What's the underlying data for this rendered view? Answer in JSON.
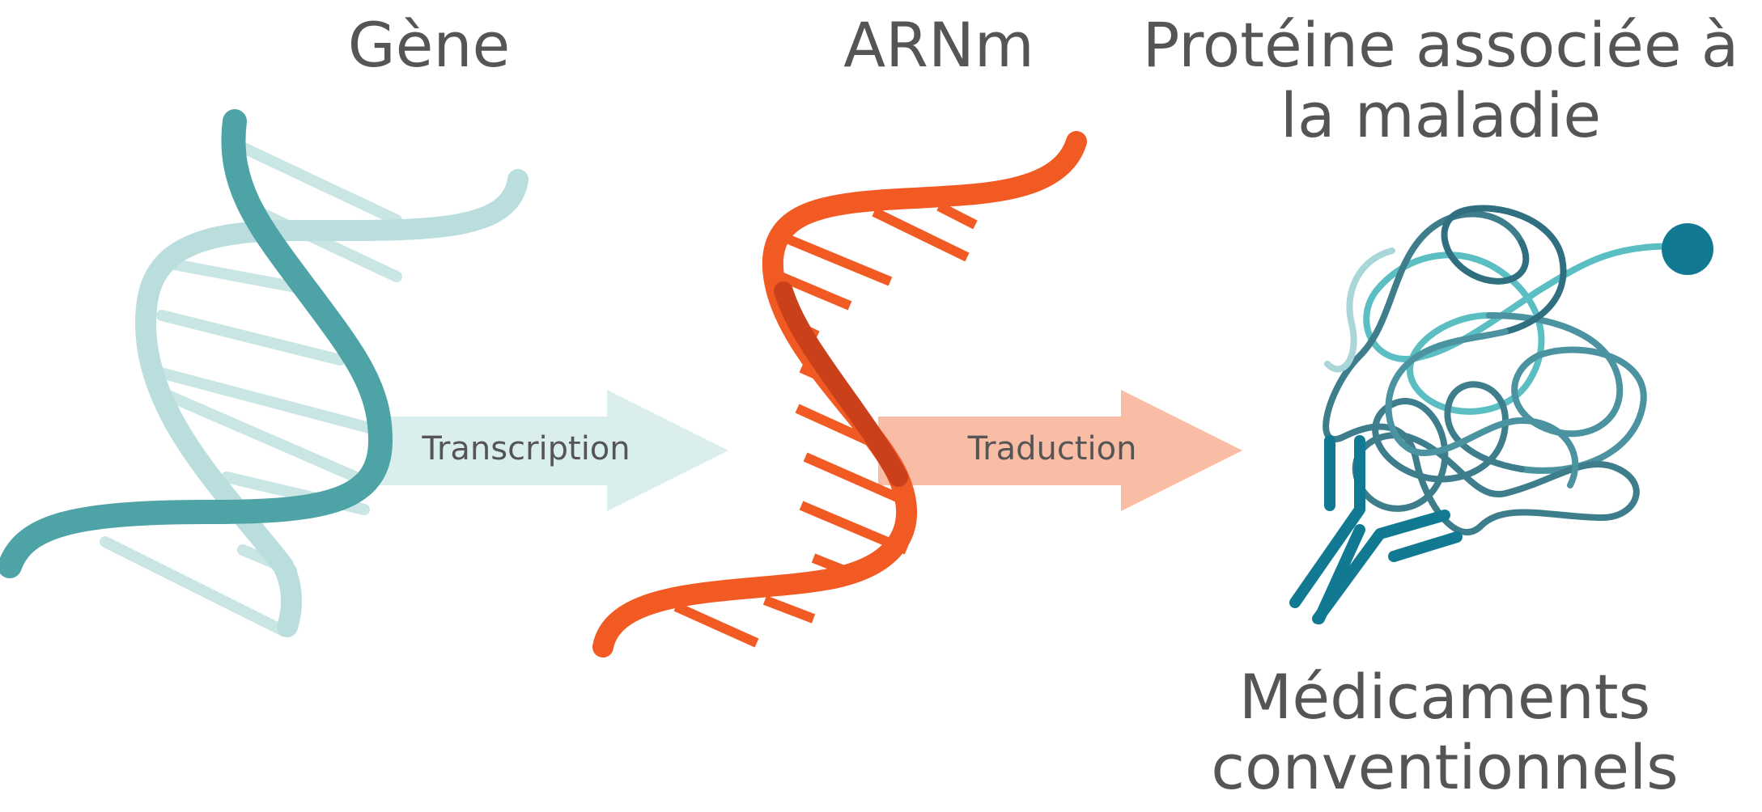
{
  "labels": {
    "gene": "Gène",
    "mrna": "ARNm",
    "protein_line1": "Protéine associée à",
    "protein_line2": "la maladie",
    "drugs_line1": "Médicaments",
    "drugs_line2": "conventionnels"
  },
  "steps": {
    "transcription": "Transcription",
    "translation": "Traduction"
  },
  "colors": {
    "text": "#555555",
    "dna_dark": "#4ea3a6",
    "dna_light": "#b9dedd",
    "rna": "#f25a24",
    "rna_dark": "#c9401b",
    "arrow_transcription": "#daeeee",
    "arrow_translation": "#f9bca5",
    "protein": "#3e7e8c",
    "antibody": "#117a92"
  },
  "icons": {
    "gene": "dna-double-helix-icon",
    "mrna": "rna-strand-icon",
    "protein": "folded-protein-icon",
    "drug": "antibody-icon"
  }
}
